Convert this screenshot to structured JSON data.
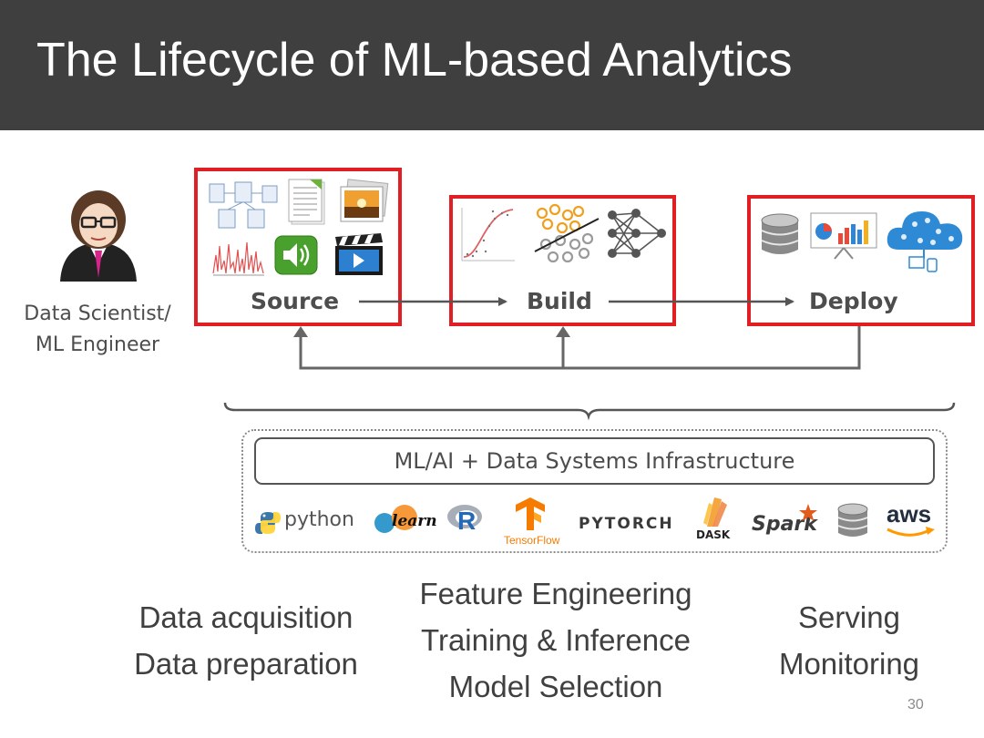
{
  "slide": {
    "title": "The Lifecycle of ML-based Analytics",
    "page_number": "30"
  },
  "person": {
    "label_line1": "Data Scientist/",
    "label_line2": "ML Engineer"
  },
  "stages": {
    "source": "Source",
    "build": "Build",
    "deploy": "Deploy"
  },
  "infrastructure": {
    "label": "ML/AI + Data Systems Infrastructure",
    "logos": {
      "python": "python",
      "sklearn": "learn",
      "r": "R",
      "tensorflow": "TensorFlow",
      "pytorch": "PYTORCH",
      "dask": "DASK",
      "spark": "Spark",
      "aws": "aws"
    }
  },
  "tasks": {
    "source": [
      "Data acquisition",
      "Data preparation"
    ],
    "build": [
      "Feature Engineering",
      "Training & Inference",
      "Model Selection"
    ],
    "deploy": [
      "Serving",
      "Monitoring"
    ]
  },
  "colors": {
    "header_bg": "#3f3f3f",
    "stage_border": "#e01e24",
    "text_gray": "#4d4d4d"
  }
}
